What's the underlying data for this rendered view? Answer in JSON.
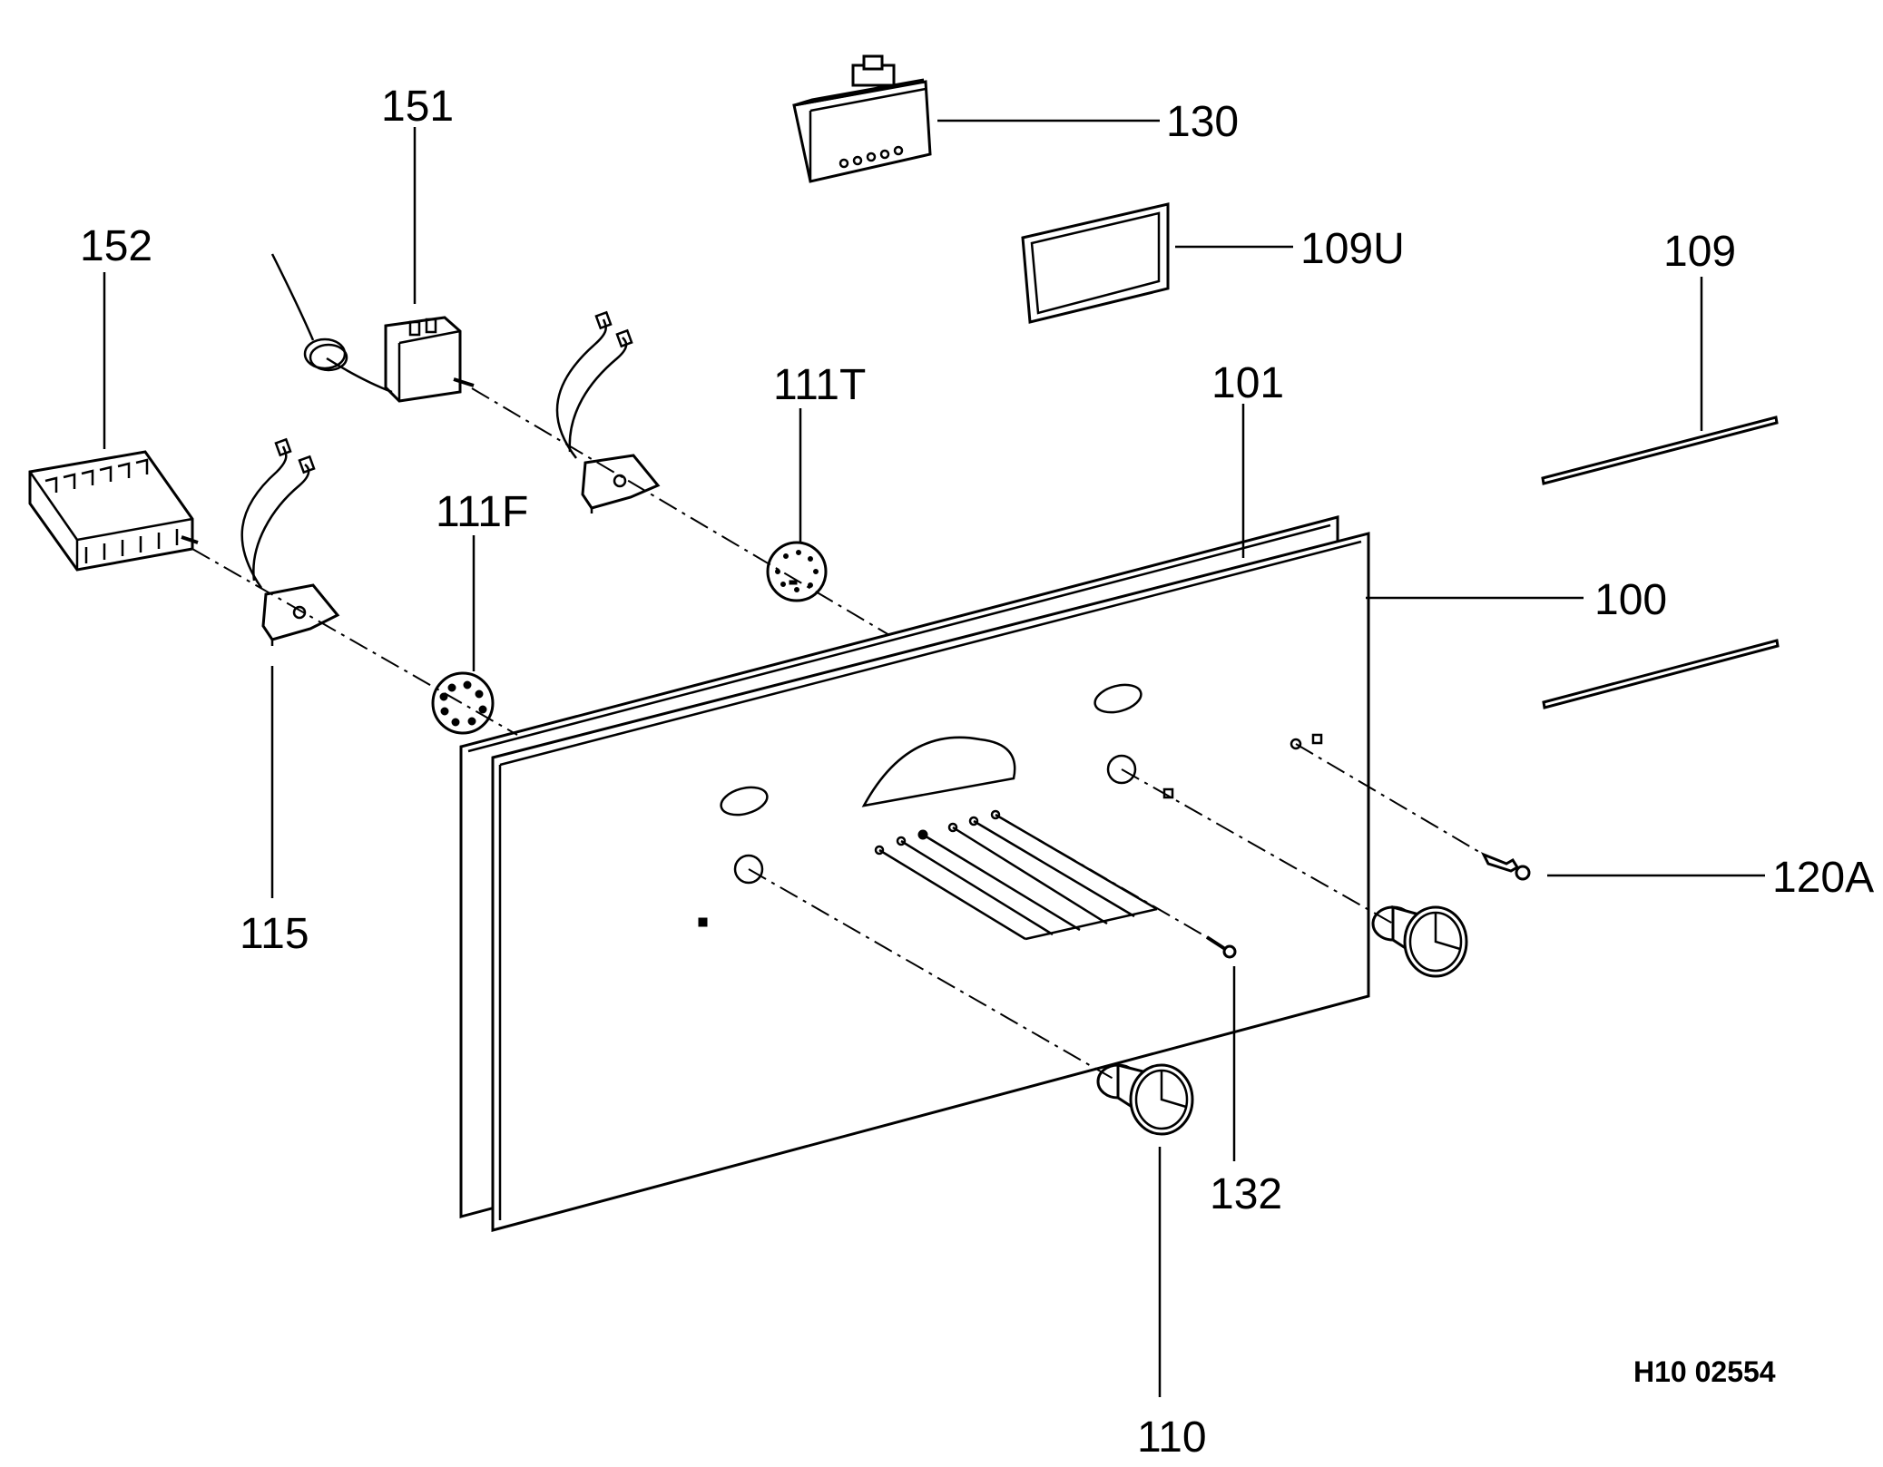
{
  "labels": {
    "p100": "100",
    "p101": "101",
    "p109": "109",
    "p109U": "109U",
    "p110": "110",
    "p111F": "111F",
    "p111T": "111T",
    "p115": "115",
    "p120A": "120A",
    "p130": "130",
    "p132": "132",
    "p151": "151",
    "p152": "152"
  },
  "drawing_id": "H10 02554"
}
